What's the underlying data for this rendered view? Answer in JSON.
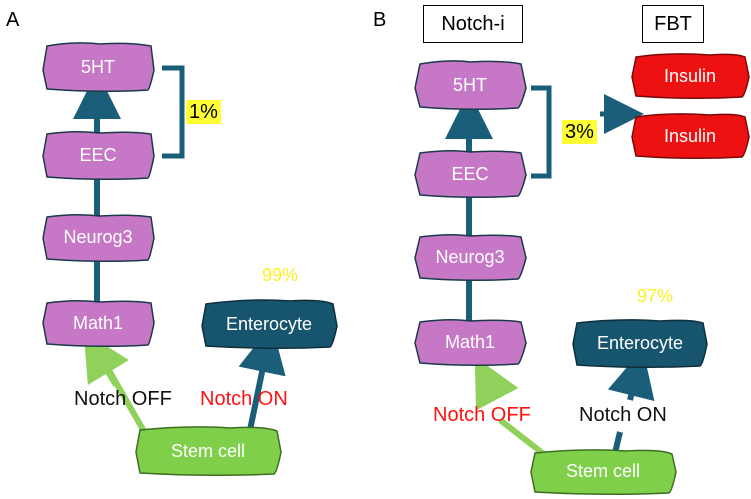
{
  "panel_a": {
    "letter": "A",
    "nodes": {
      "n5ht": "5HT",
      "eec": "EEC",
      "neurog3": "Neurog3",
      "math1": "Math1",
      "enterocyte": "Enterocyte",
      "stem": "Stem cell"
    },
    "eec_percent": "1%",
    "enterocyte_percent": "99%",
    "notch_off_label": "Notch OFF",
    "notch_on_label": "Notch ON"
  },
  "panel_b": {
    "letter": "B",
    "header_left": "Notch-i",
    "header_right": "FBT",
    "nodes": {
      "n5ht": "5HT",
      "eec": "EEC",
      "neurog3": "Neurog3",
      "math1": "Math1",
      "enterocyte": "Enterocyte",
      "stem": "Stem cell",
      "insulin_top": "Insulin",
      "insulin_bottom": "Insulin"
    },
    "eec_percent": "3%",
    "enterocyte_percent": "97%",
    "notch_off_label": "Notch OFF",
    "notch_on_label": "Notch ON"
  },
  "colors": {
    "lineage_fill": "#c678c6",
    "enterocyte_fill": "#17546e",
    "stem_fill": "#7fcf4a",
    "insulin_fill": "#ee1111",
    "connector": "#1a5e79",
    "notch_off_arrow": "#8fd15a",
    "highlight": "#ffff33",
    "percent_yellow": "#ffee22",
    "red_label": "#ff1111"
  }
}
